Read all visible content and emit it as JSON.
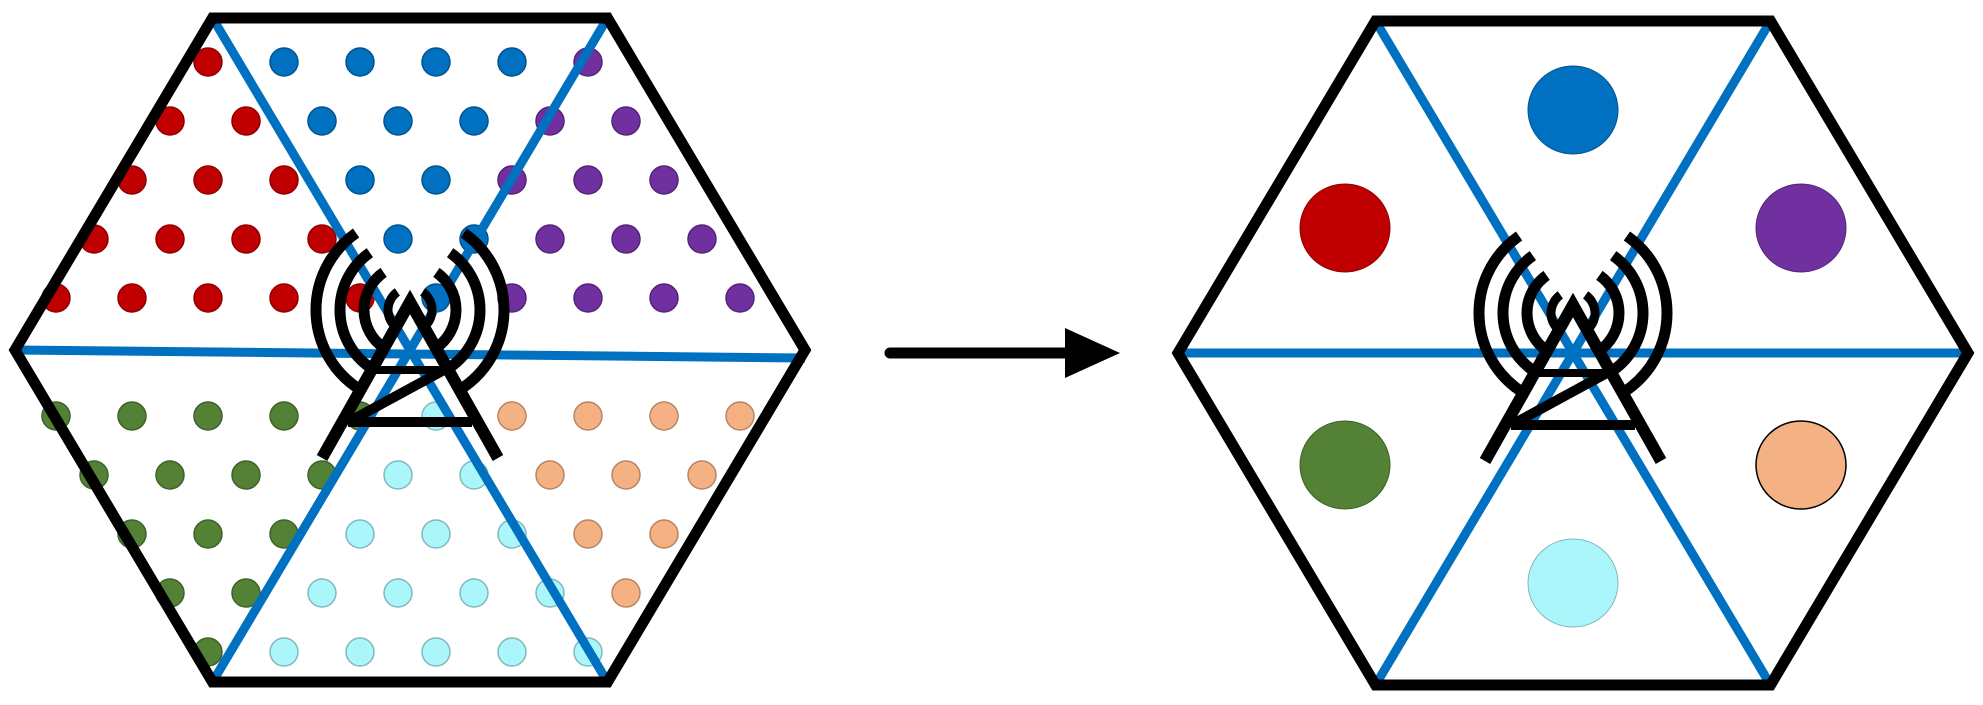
{
  "colors": {
    "hexagon_outline": "#000000",
    "sector_lines": "#0070c0",
    "arrow": "#000000",
    "antenna": "#000000"
  },
  "diagram": {
    "left_panel": {
      "description_icon": "antenna-tower-icon",
      "sectors": [
        {
          "name": "north",
          "color": "#0070c0"
        },
        {
          "name": "north-east",
          "color": "#7030a0"
        },
        {
          "name": "south-east",
          "color": "#f4b183"
        },
        {
          "name": "south",
          "color": "#aaf6fa"
        },
        {
          "name": "south-west",
          "color": "#538135"
        },
        {
          "name": "north-west",
          "color": "#c00000"
        }
      ]
    },
    "right_panel": {
      "description_icon": "antenna-tower-icon",
      "sectors": [
        {
          "name": "north",
          "color": "#0070c0"
        },
        {
          "name": "north-east",
          "color": "#7030a0"
        },
        {
          "name": "south-east",
          "color": "#f4b183"
        },
        {
          "name": "south",
          "color": "#aaf6fa"
        },
        {
          "name": "south-west",
          "color": "#538135"
        },
        {
          "name": "north-west",
          "color": "#c00000"
        }
      ]
    },
    "arrow_icon": "right-arrow-icon"
  }
}
